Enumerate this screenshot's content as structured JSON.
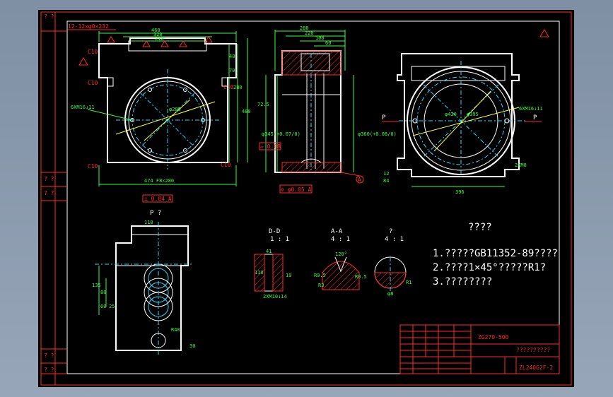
{
  "drawing": {
    "title_text": "????",
    "notes": [
      "1.?????GB11352-89????",
      "2.????1×45°?????R1?",
      "3.????????"
    ],
    "title_block": {
      "material": "ZG270-500",
      "part_name": "??????????",
      "drawing_number": "ZL240G2F-2"
    },
    "views": {
      "view_p_label": "P ?",
      "section_d": "D-D",
      "section_d_scale": "1 : 1",
      "section_a": "A-A",
      "section_a_scale": "4 : 1",
      "detail_label": "?",
      "detail_scale": "4 : 1"
    },
    "dimensions": {
      "front_top": [
        "460",
        "320",
        "210"
      ],
      "front_bottom": "474 F8×280",
      "front_right": [
        "40",
        "70",
        "280",
        "480"
      ],
      "front_holes": "6XM16↓11",
      "front_pcd": "φ285",
      "front_datum": "⊥ 0.04 A",
      "front_top_note": "12-12×φ0×232",
      "front_tol_labels": [
        "C10",
        "C10",
        "C10",
        "C10",
        "C10"
      ],
      "side_top": [
        "280",
        "220",
        "100",
        "60"
      ],
      "side_left": [
        "72.5",
        "φ345(+0.07/0)",
        "φ360(+0.08/0)"
      ],
      "side_bottom": "⊚ φ0.05 A",
      "side_datum": "A",
      "side_tol": "▱ 0.08",
      "right_dims": [
        "φ430",
        "φ395",
        "6XM16↓11",
        "396",
        "2XM8",
        "12",
        "84"
      ],
      "right_p_label": "P",
      "lower_dims": [
        "110",
        "135",
        "80",
        "60",
        "25",
        "R40",
        "30"
      ],
      "section_dims": [
        "41",
        "110",
        "R0.5",
        "R3",
        "120°",
        "R0.5",
        "19",
        "2XM10↓14",
        "R1",
        "φ8"
      ]
    },
    "frame": {
      "left_strip_marks": [
        "?  ?",
        "?  ?",
        "?  ?",
        "?  ?",
        "?  ?"
      ]
    }
  }
}
